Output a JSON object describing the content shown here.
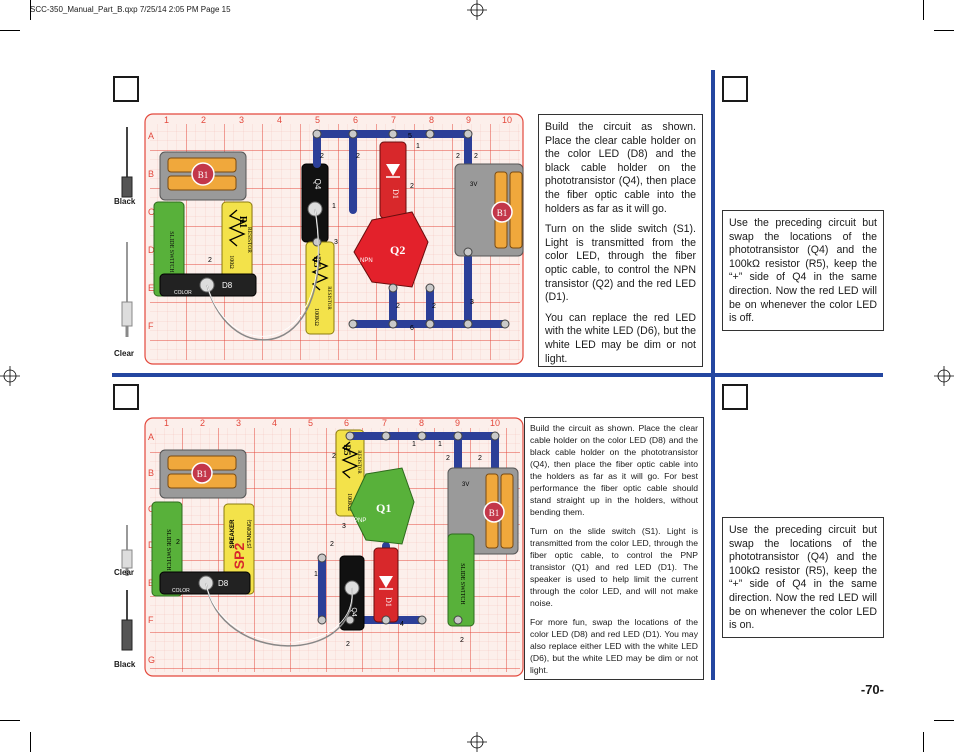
{
  "slug": "SCC-350_Manual_Part_B.qxp  7/25/14  2:05 PM  Page 15",
  "page_number": "-70-",
  "colors": {
    "rule_blue": "#2446a0",
    "grid_red": "#e3483c",
    "board_bg": "#fcefeb"
  },
  "top": {
    "board": {
      "cols": [
        "1",
        "2",
        "3",
        "4",
        "5",
        "6",
        "7",
        "8",
        "9",
        "10"
      ],
      "rows": [
        "A",
        "B",
        "C",
        "D",
        "E",
        "F"
      ],
      "battery": "B1",
      "battery_voltage": "3V",
      "resistor_r1": "R1",
      "resistor_r1_label": "RESISTOR",
      "resistor_r1_value": "100Ω",
      "resistor_r5": "R5",
      "resistor_r5_label": "RESISTOR",
      "resistor_r5_value": "100KΩ",
      "transistor": "Q2",
      "transistor_type": "NPN",
      "led": "D1",
      "color_led": "D8",
      "color_led_label": "COLOR",
      "photo": "Q4",
      "switch_label": "SLIDE SWITCH",
      "wire_nums": [
        "2",
        "2",
        "2",
        "3",
        "1",
        "5",
        "1",
        "2",
        "2",
        "2",
        "2",
        "6",
        "3",
        "2",
        "2",
        "2",
        "2"
      ]
    },
    "cable_labels": [
      "Black",
      "Clear"
    ],
    "instructions": [
      "Build the circuit as shown. Place the clear cable holder on the color LED (D8) and the black cable holder on the phototransistor (Q4), then place the fiber optic cable into the holders as far as it will go.",
      "Turn on the slide switch (S1). Light is transmitted from the color LED, through the fiber optic cable, to control the NPN transistor (Q2) and the red LED (D1).",
      "You can replace the red LED with the white LED (D6), but the white LED may be dim or not light."
    ],
    "variant": "Use the preceding circuit but swap the locations of the phototransistor (Q4) and the 100kΩ resistor (R5), keep the “+” side of Q4 in the same direction. Now the red LED will be on whenever the color LED is off."
  },
  "bottom": {
    "board": {
      "cols": [
        "1",
        "2",
        "3",
        "4",
        "5",
        "6",
        "7",
        "8",
        "9",
        "10"
      ],
      "rows": [
        "A",
        "B",
        "C",
        "D",
        "E",
        "F",
        "G"
      ],
      "battery": "B1",
      "battery_voltage": "3V",
      "resistor_r5": "R5",
      "resistor_r5_label": "RESISTOR",
      "resistor_r5_value": "100KΩ",
      "transistor": "Q1",
      "transistor_type": "PNP",
      "led": "D1",
      "color_led": "D8",
      "color_led_label": "COLOR",
      "photo": "Q4",
      "speaker": "SP2",
      "speaker_label": "SPEAKER",
      "speaker_sub": "(STANDING)",
      "switch_label": "SLIDE SWITCH",
      "wire_nums": [
        "2",
        "1",
        "2",
        "2",
        "3",
        "2",
        "2",
        "1",
        "1",
        "2",
        "4",
        "2",
        "2"
      ]
    },
    "cable_labels": [
      "Clear",
      "Black"
    ],
    "instructions": [
      "Build the circuit as shown. Place the clear cable holder on the color LED (D8) and the black cable holder on the phototransistor (Q4), then place the fiber optic cable into the holders as far as it will go. For best performance the fiber optic cable should stand straight up in the holders, without bending them.",
      "Turn on the slide switch (S1). Light is transmitted from the color LED, through the fiber optic cable, to control the PNP transistor (Q1) and red LED (D1). The speaker is used to help limit the current through the color LED, and will not make noise.",
      "For more fun, swap the locations of the color LED (D8) and red LED (D1). You may also replace either LED with the white LED (D6), but the white LED may be dim or not light."
    ],
    "variant": "Use the preceding circuit but swap the locations of the phototransistor (Q4) and the 100kΩ resistor (R5), keep the “+” side of Q4 in the same direction. Now the red LED will be on whenever the color LED is on."
  }
}
